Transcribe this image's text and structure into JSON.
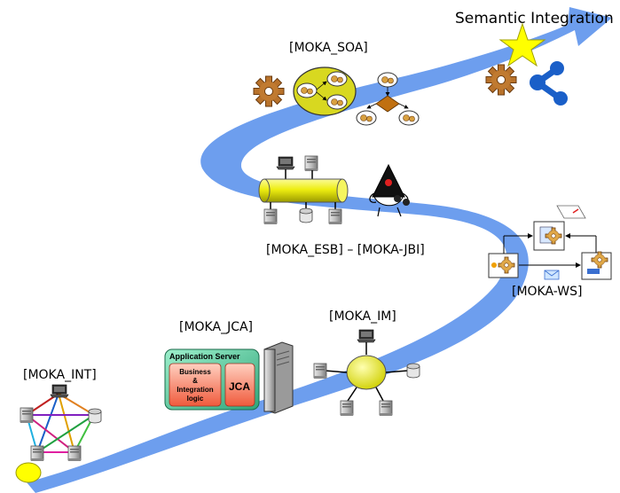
{
  "title": "Semantic Integration",
  "stages": [
    {
      "id": "int",
      "label": "[MOKA_INT]"
    },
    {
      "id": "jca",
      "label": "[MOKA_JCA]"
    },
    {
      "id": "im",
      "label": "[MOKA_IM]"
    },
    {
      "id": "ws",
      "label": "[MOKA-WS]"
    },
    {
      "id": "esb",
      "label": "[MOKA_ESB] – [MOKA-JBI]"
    },
    {
      "id": "soa",
      "label": "[MOKA_SOA]"
    }
  ],
  "app_server": {
    "title": "Application Server",
    "business_text": [
      "Business",
      "&",
      "Integration",
      "logic"
    ],
    "jca_text": "JCA"
  },
  "colors": {
    "path": "#6d9eee",
    "yellow": "#f2f200",
    "gear": "#b8722b",
    "appserver": "#2fb98f"
  }
}
